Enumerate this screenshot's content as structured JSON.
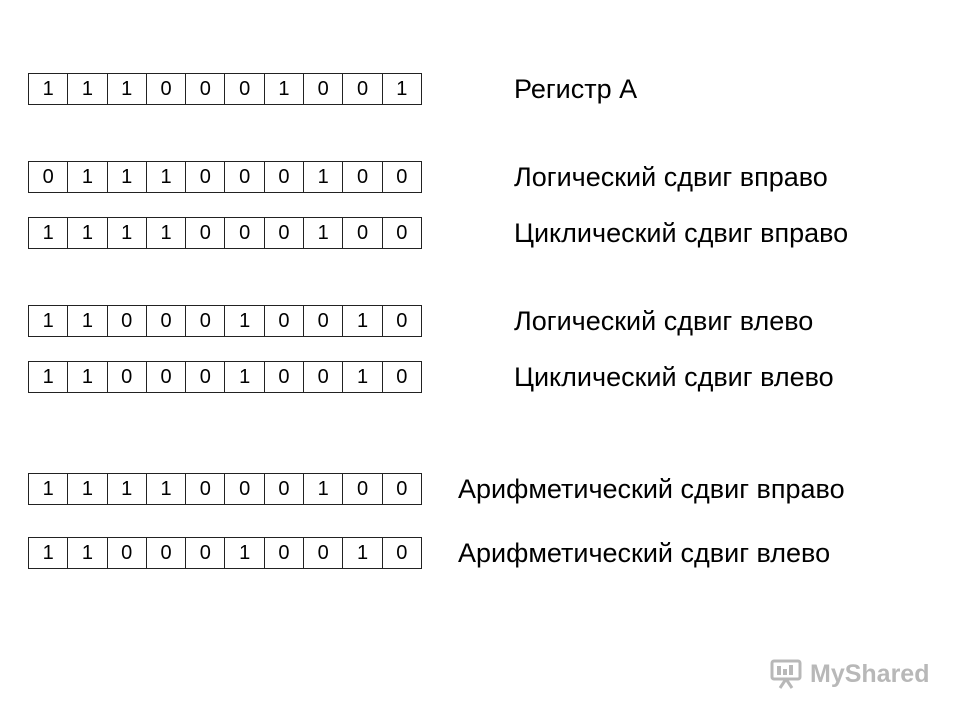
{
  "rows": [
    {
      "bits": [
        "1",
        "1",
        "1",
        "0",
        "0",
        "0",
        "1",
        "0",
        "0",
        "1"
      ],
      "label": "Регистр А"
    },
    {
      "bits": [
        "0",
        "1",
        "1",
        "1",
        "0",
        "0",
        "0",
        "1",
        "0",
        "0"
      ],
      "label": "Логический сдвиг вправо"
    },
    {
      "bits": [
        "1",
        "1",
        "1",
        "1",
        "0",
        "0",
        "0",
        "1",
        "0",
        "0"
      ],
      "label": "Циклический сдвиг вправо"
    },
    {
      "bits": [
        "1",
        "1",
        "0",
        "0",
        "0",
        "1",
        "0",
        "0",
        "1",
        "0"
      ],
      "label": "Логический сдвиг влево"
    },
    {
      "bits": [
        "1",
        "1",
        "0",
        "0",
        "0",
        "1",
        "0",
        "0",
        "1",
        "0"
      ],
      "label": "Циклический сдвиг влево"
    },
    {
      "bits": [
        "1",
        "1",
        "1",
        "1",
        "0",
        "0",
        "0",
        "1",
        "0",
        "0"
      ],
      "label": "Арифметический сдвиг вправо"
    },
    {
      "bits": [
        "1",
        "1",
        "0",
        "0",
        "0",
        "1",
        "0",
        "0",
        "1",
        "0"
      ],
      "label": "Арифметический сдвиг влево"
    }
  ],
  "watermark": {
    "text": "MyShared",
    "icon": "presentation-board-icon"
  }
}
